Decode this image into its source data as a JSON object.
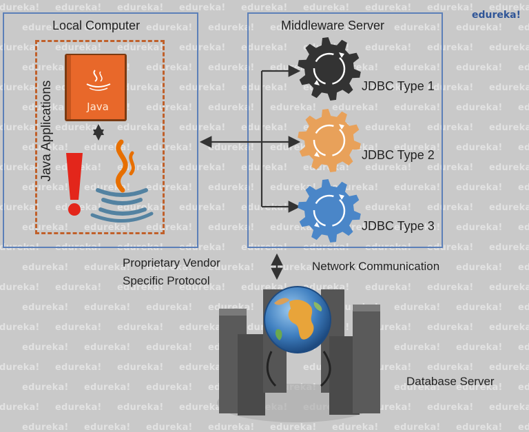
{
  "watermark": "edureka!",
  "brand": "edureka!",
  "local": {
    "title": "Local Computer",
    "group_label": "Java Applications",
    "java_book_label": "Java"
  },
  "middleware": {
    "title": "Middleware Server",
    "drivers": [
      {
        "label": "JDBC Type 1",
        "color": "#333333"
      },
      {
        "label": "JDBC Type 2",
        "color": "#e8a15a"
      },
      {
        "label": "JDBC Type 3",
        "color": "#4a86c8"
      }
    ]
  },
  "protocol_label_line1": "Proprietary Vendor",
  "protocol_label_line2": "Specific Protocol",
  "network_label": "Network Communication",
  "database_label": "Database Server",
  "colors": {
    "border_blue": "#5b7fb8",
    "dashed_orange": "#c0602a",
    "java_red": "#e76f00",
    "java_blue": "#5382a1",
    "background": "#c9c9c9"
  }
}
